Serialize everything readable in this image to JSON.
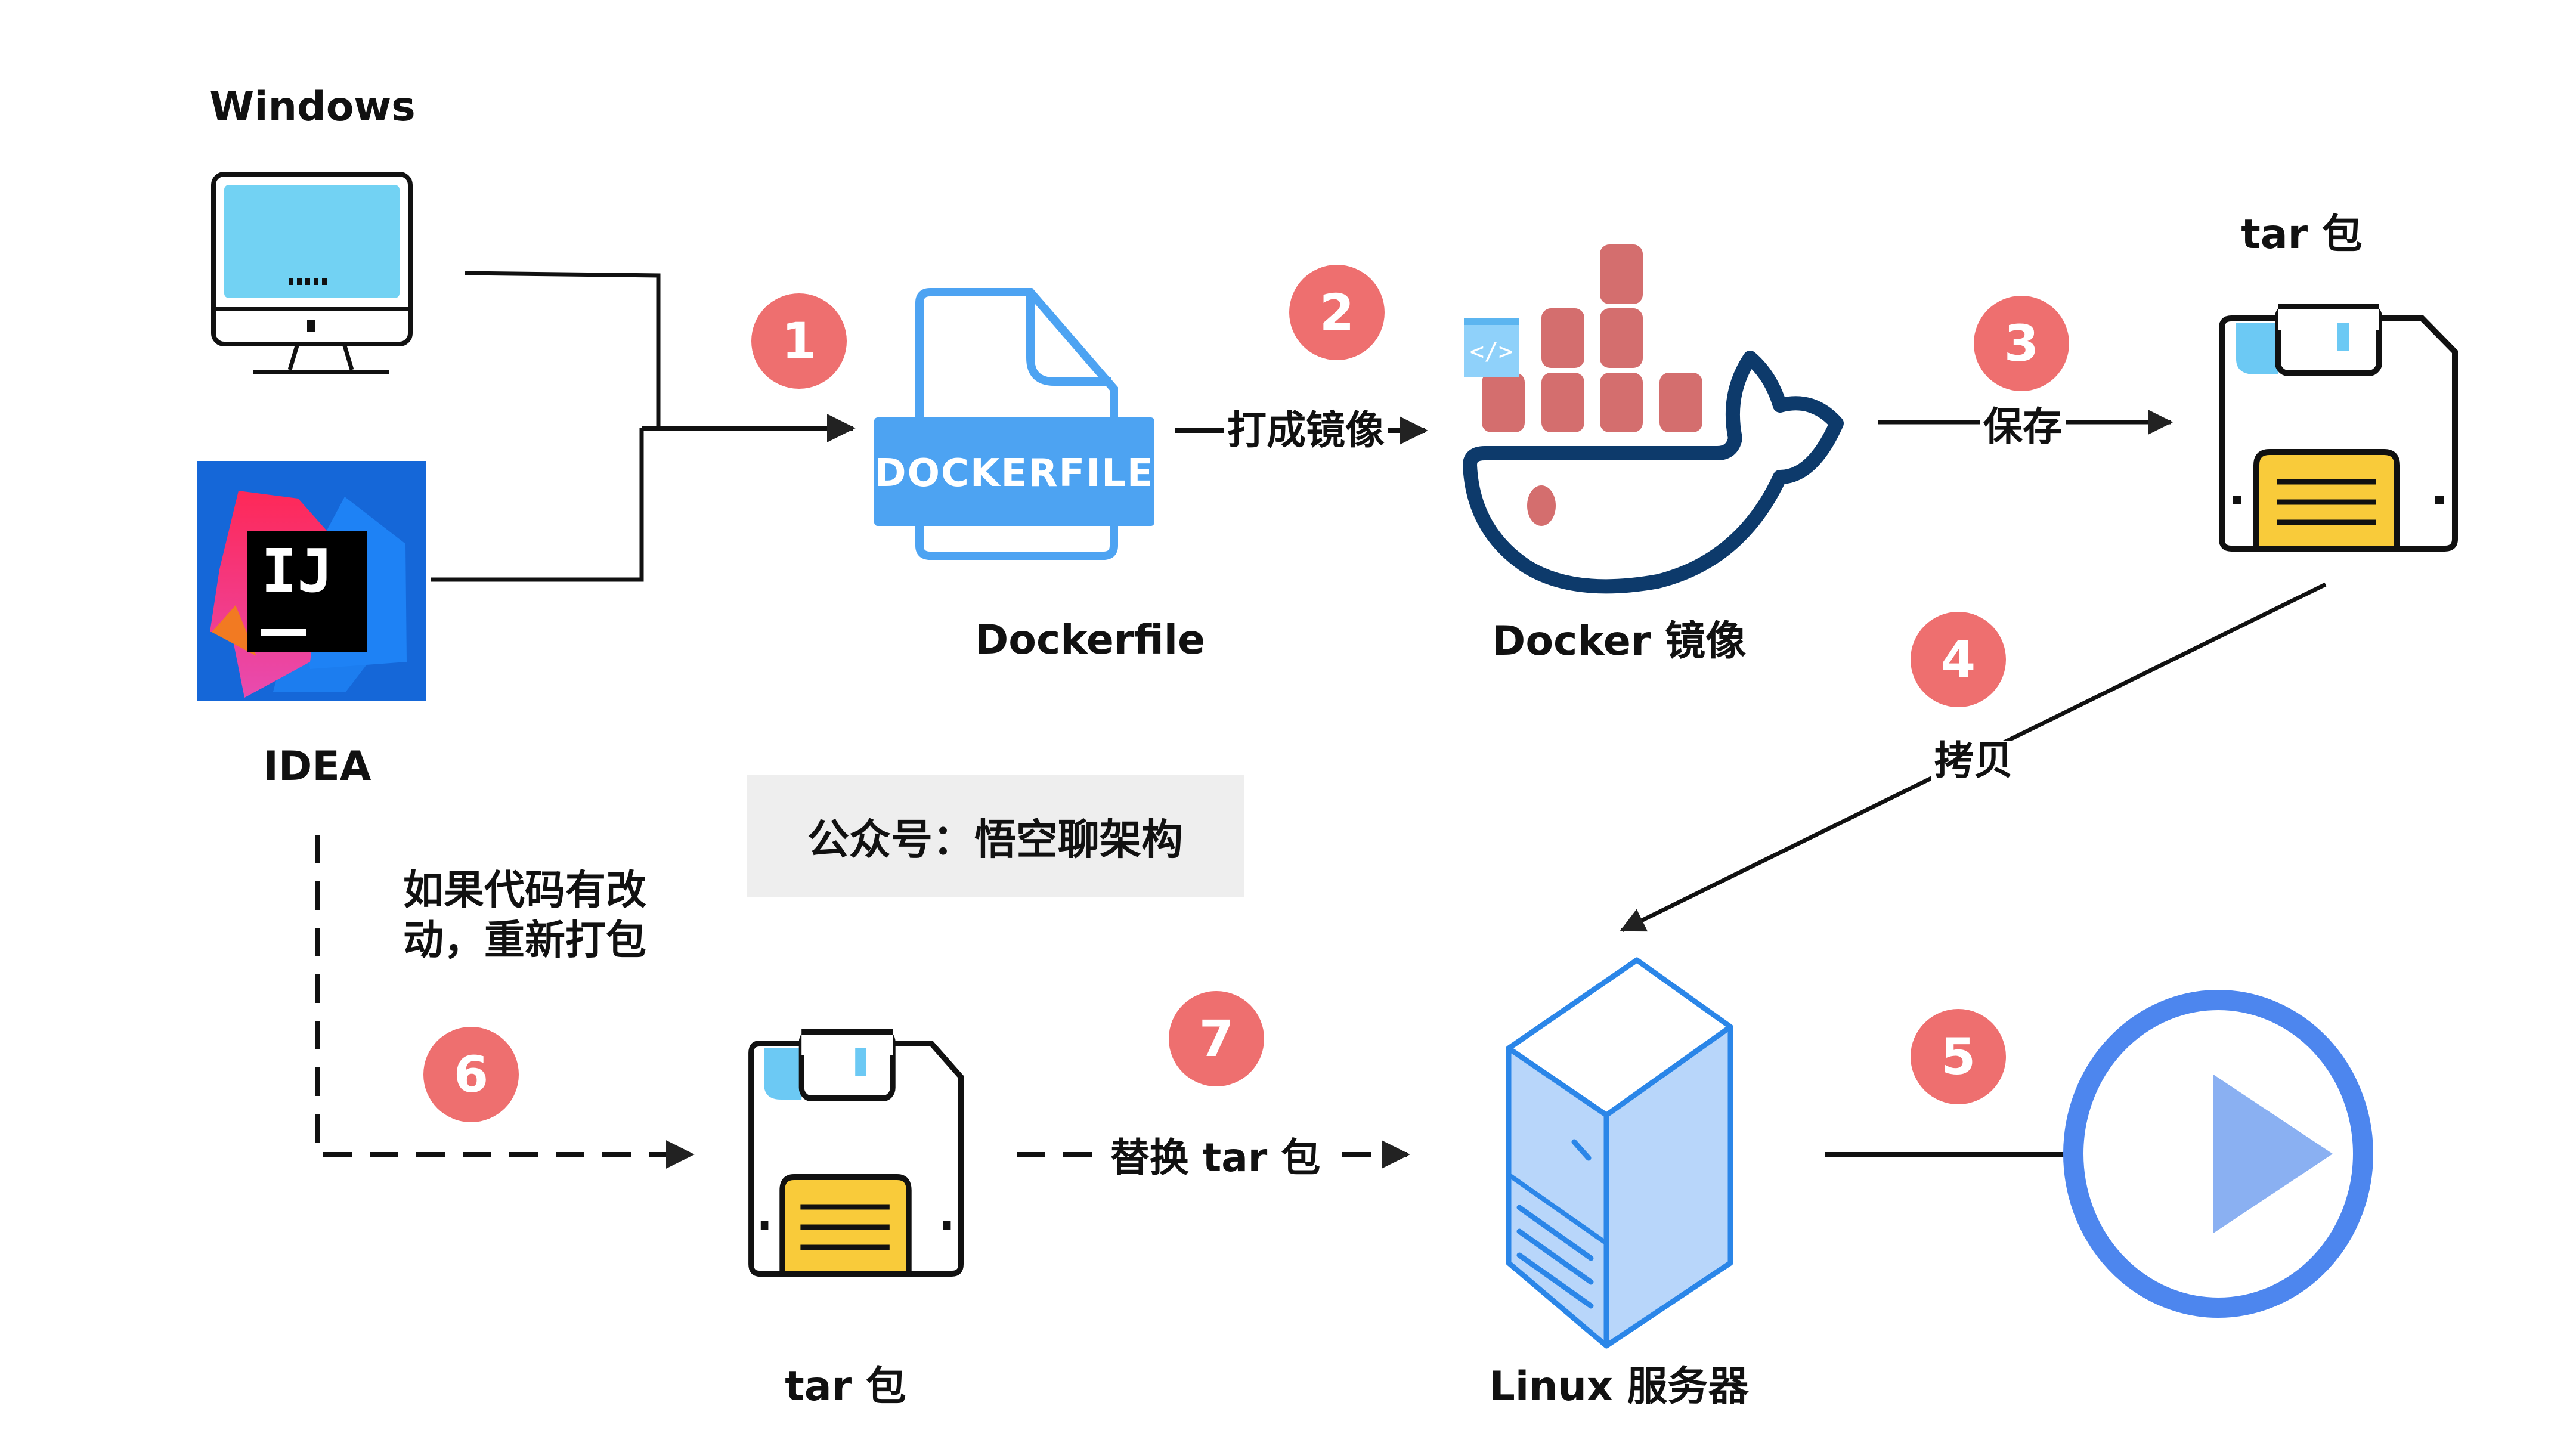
{
  "diagram": {
    "title": "Docker 部署流程",
    "colors": {
      "badge": "#ee6f6f",
      "docker_blue": "#4da3f2",
      "whale_navy": "#0d3a6b",
      "container_red": "#d46e6e",
      "floppy_yellow": "#f9cb3a",
      "floppy_blue": "#6cc9f4",
      "server_blue": "#2b86e8",
      "play_blue": "#4d86ee",
      "watermark_bg": "#eeeeee"
    },
    "nodes": {
      "windows": {
        "label": "Windows",
        "icon": "monitor-icon"
      },
      "idea": {
        "label": "IDEA",
        "icon": "intellij-idea-icon",
        "logo_text": "IJ"
      },
      "dockerfile": {
        "label": "Dockerfile",
        "icon": "dockerfile-icon",
        "banner_text": "DOCKERFILE"
      },
      "docker_image": {
        "label": "Docker 镜像",
        "icon": "docker-whale-icon"
      },
      "tar_top": {
        "label": "tar 包",
        "icon": "floppy-disk-icon"
      },
      "linux_server": {
        "label": "Linux 服务器",
        "icon": "server-icon"
      },
      "run": {
        "label": "",
        "icon": "play-circle-icon"
      },
      "tar_bottom": {
        "label": "tar 包",
        "icon": "floppy-disk-icon"
      }
    },
    "steps": [
      {
        "number": "1",
        "label": ""
      },
      {
        "number": "2",
        "label": "打成镜像"
      },
      {
        "number": "3",
        "label": "保存"
      },
      {
        "number": "4",
        "label": "拷贝"
      },
      {
        "number": "5",
        "label": ""
      },
      {
        "number": "6",
        "label": ""
      },
      {
        "number": "7",
        "label": "替换 tar 包"
      }
    ],
    "note": {
      "line1": "如果代码有改",
      "line2": "动，重新打包"
    },
    "watermark": "公众号：悟空聊架构"
  }
}
